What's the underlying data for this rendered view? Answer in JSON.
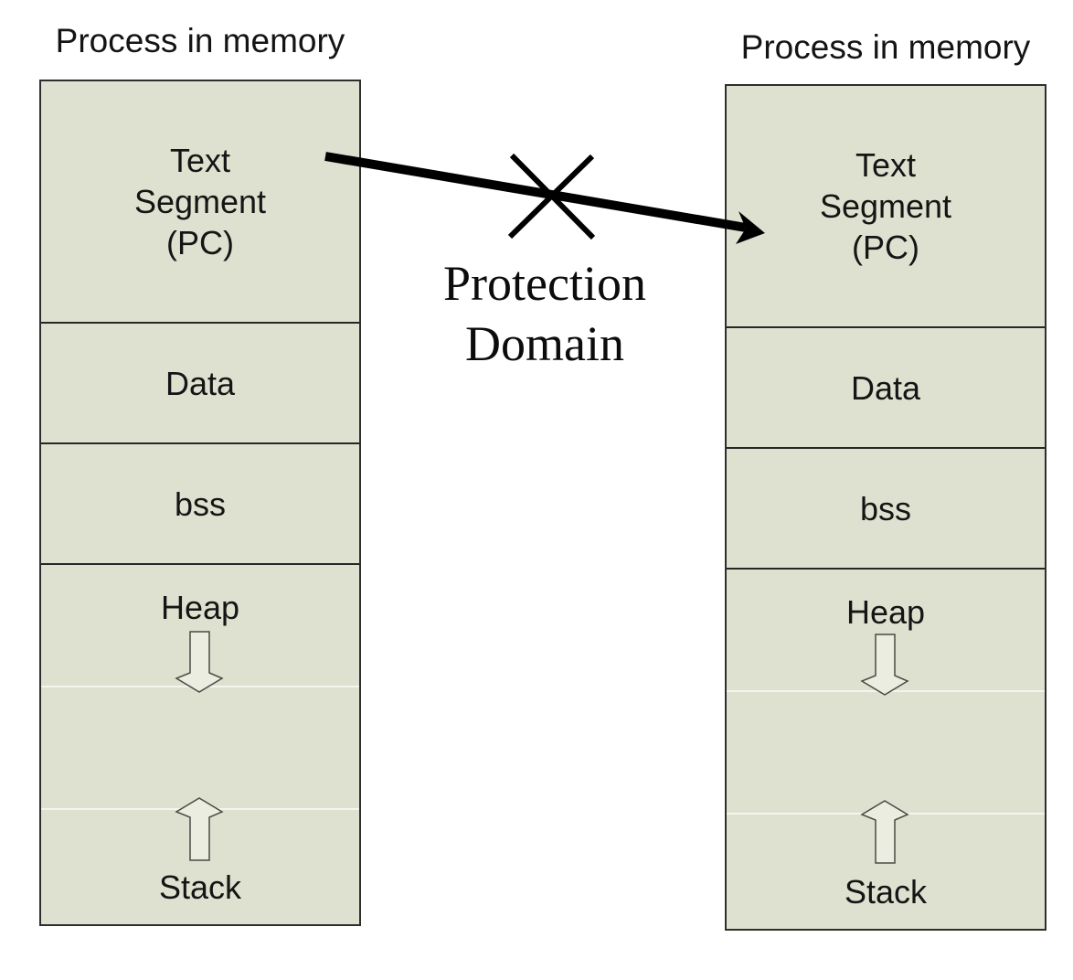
{
  "left_process": {
    "title": "Process in memory",
    "segments": [
      {
        "label": "Text\nSegment\n(PC)"
      },
      {
        "label": "Data"
      },
      {
        "label": "bss"
      },
      {
        "label": "Heap"
      },
      {
        "label": ""
      },
      {
        "label": "Stack"
      }
    ]
  },
  "right_process": {
    "title": "Process in memory",
    "segments": [
      {
        "label": "Text\nSegment\n(PC)"
      },
      {
        "label": "Data"
      },
      {
        "label": "bss"
      },
      {
        "label": "Heap"
      },
      {
        "label": ""
      },
      {
        "label": "Stack"
      }
    ]
  },
  "center": {
    "label": "Protection\nDomain"
  },
  "icons": {
    "copy_arrow": "thick black arrow from left Text Segment to right Text Segment",
    "x_mark": "X crossing out the arrow (blocked access)",
    "heap_growth_arrow": "hollow block arrow pointing down (heap grows down)",
    "stack_growth_arrow": "hollow block arrow pointing up (stack grows up)"
  },
  "colors": {
    "segment_fill": "#dfe1d0",
    "box_border": "#2e2e2c",
    "divider_dark": "#262626",
    "divider_light": "#f5f5ee",
    "arrow": "#000000",
    "block_arrow_fill": "#ebede0",
    "block_arrow_stroke": "#4a4a42"
  }
}
